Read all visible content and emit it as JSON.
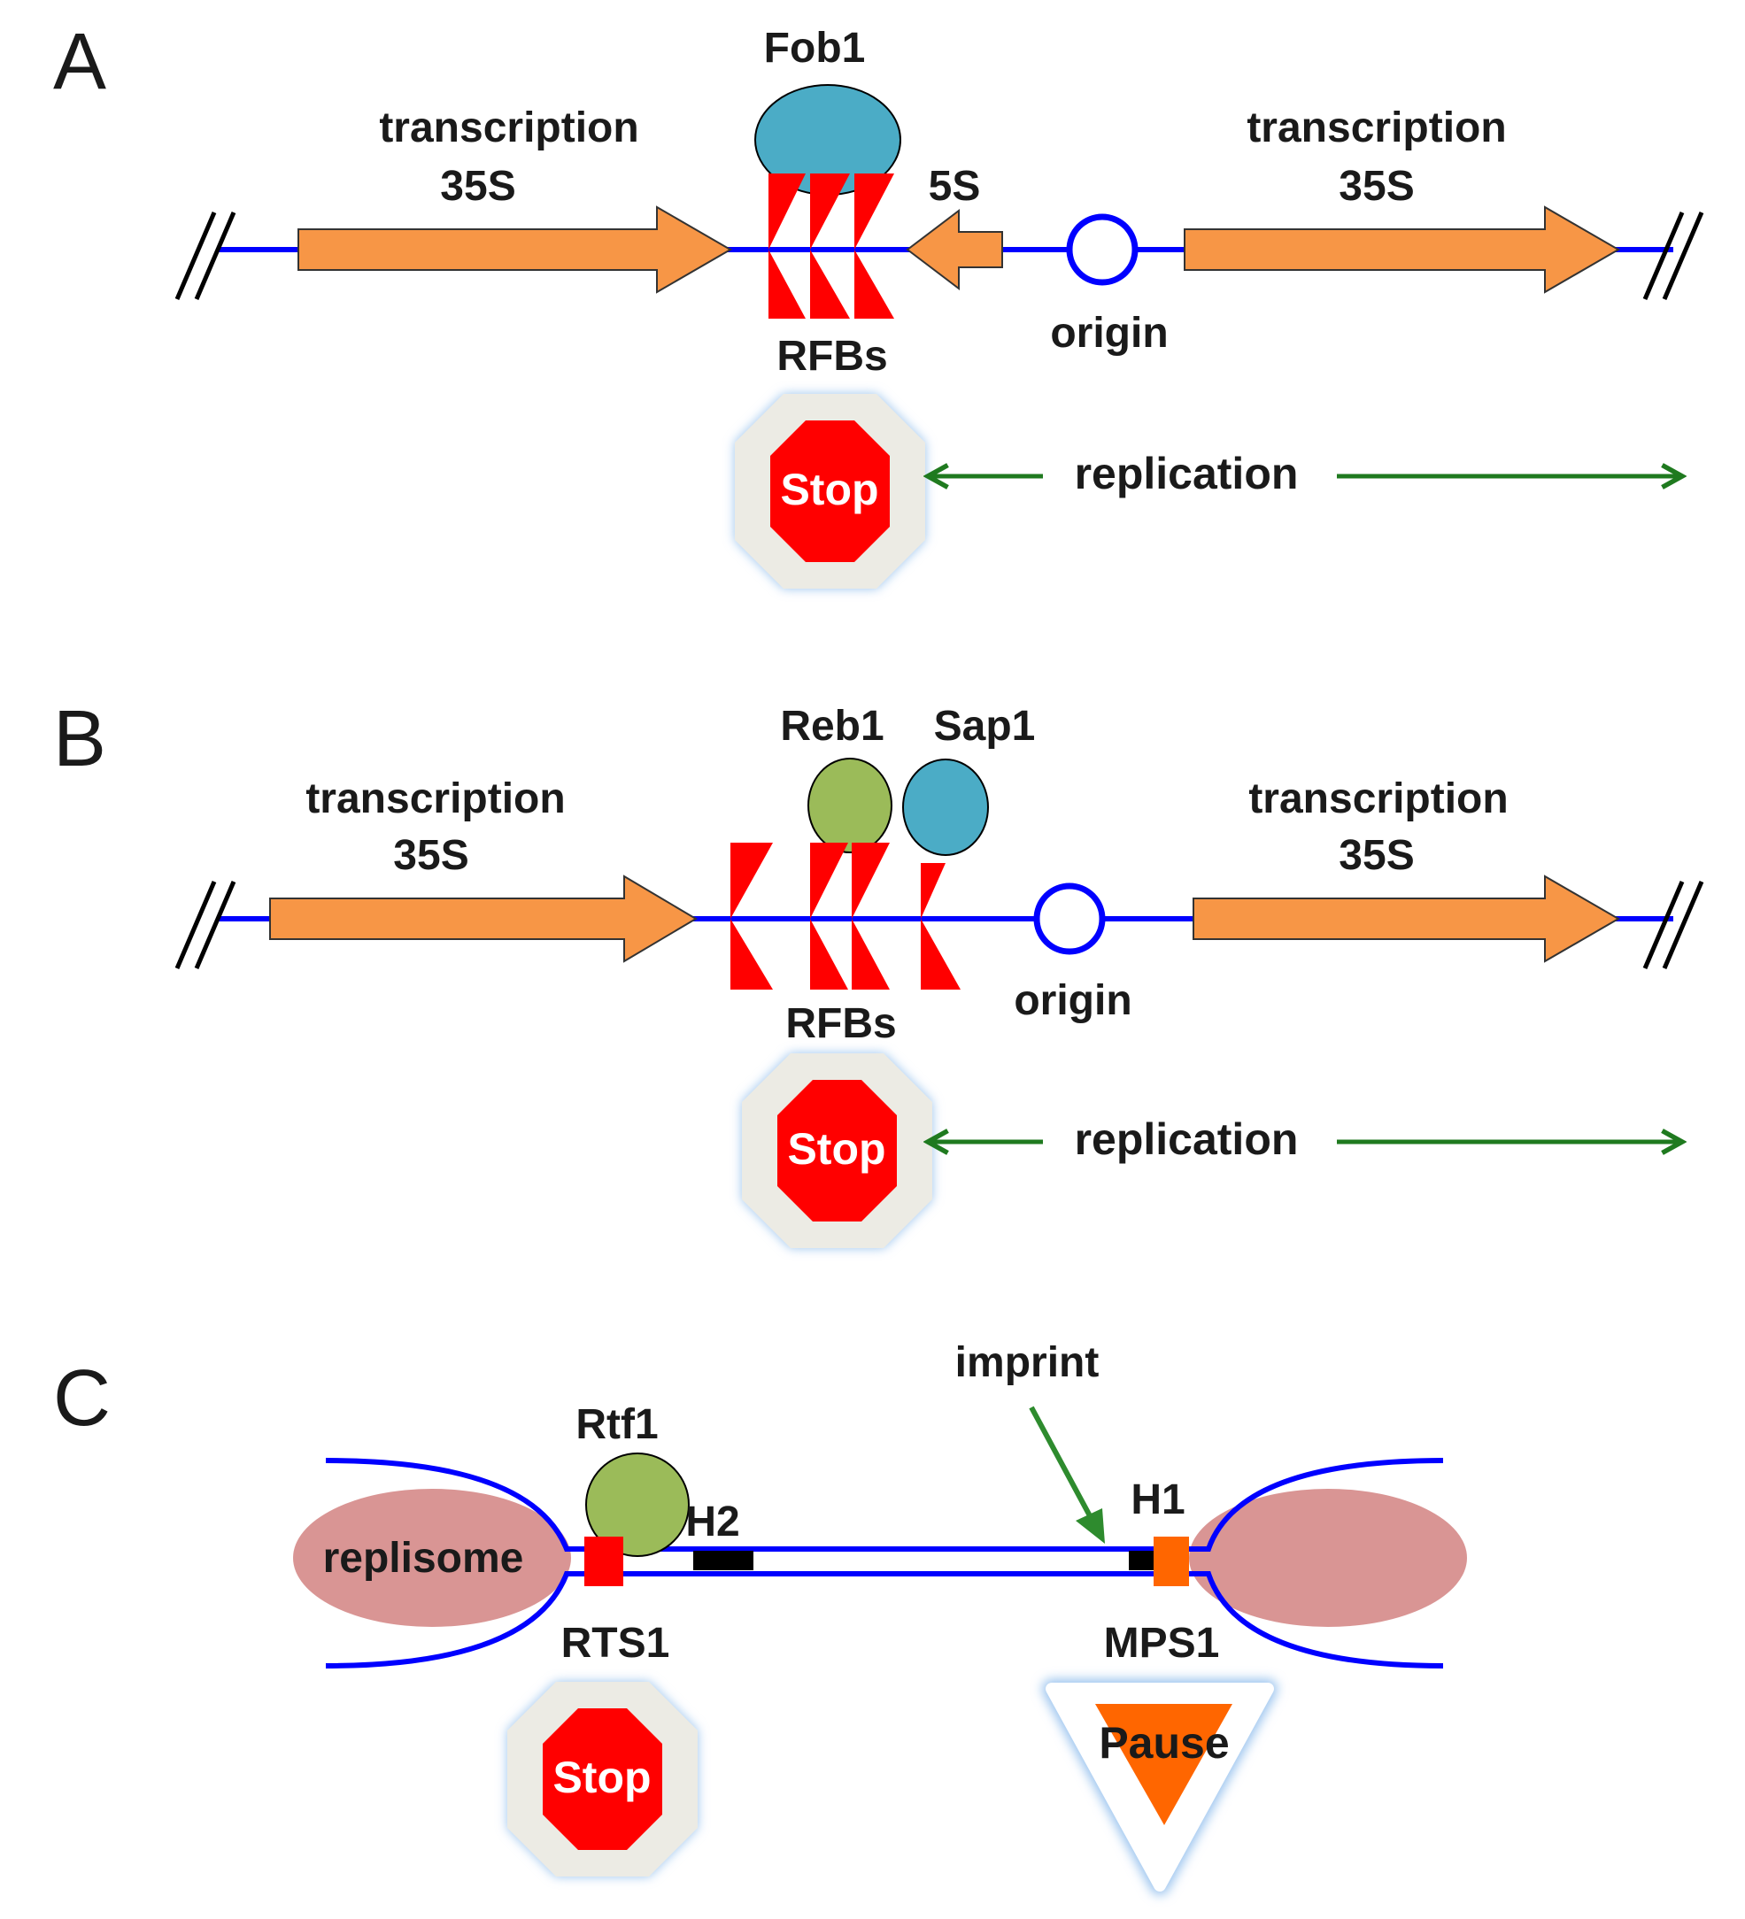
{
  "colors": {
    "dna": "#0000ff",
    "arrow_orange": "#f79646",
    "rfb_red": "#ff0000",
    "fob1_blue": "#4bacc6",
    "reb1_green": "#9bbb59",
    "replisome_pink": "#d99594",
    "replication_green": "#1f7a1f",
    "imprint_green": "#2e8b2e",
    "pause_orange": "#ff6600",
    "stop_red": "#ff0000"
  },
  "panels": [
    {
      "letter": "A",
      "protein": "Fob1",
      "transcription_left": "transcription",
      "transcription_left_sub": "35S",
      "transcription_right": "transcription",
      "transcription_right_sub": "35S",
      "five_s": "5S",
      "rfbs": "RFBs",
      "origin": "origin",
      "stop": "Stop",
      "replication": "replication"
    },
    {
      "letter": "B",
      "protein_1": "Reb1",
      "protein_2": "Sap1",
      "transcription_left": "transcription",
      "transcription_left_sub": "35S",
      "transcription_right": "transcription",
      "transcription_right_sub": "35S",
      "rfbs": "RFBs",
      "origin": "origin",
      "stop": "Stop",
      "replication": "replication"
    },
    {
      "letter": "C",
      "protein": "Rtf1",
      "replisome": "replisome",
      "h2": "H2",
      "h1": "H1",
      "imprint": "imprint",
      "rts1": "RTS1",
      "mps1": "MPS1",
      "stop": "Stop",
      "pause": "Pause"
    }
  ]
}
